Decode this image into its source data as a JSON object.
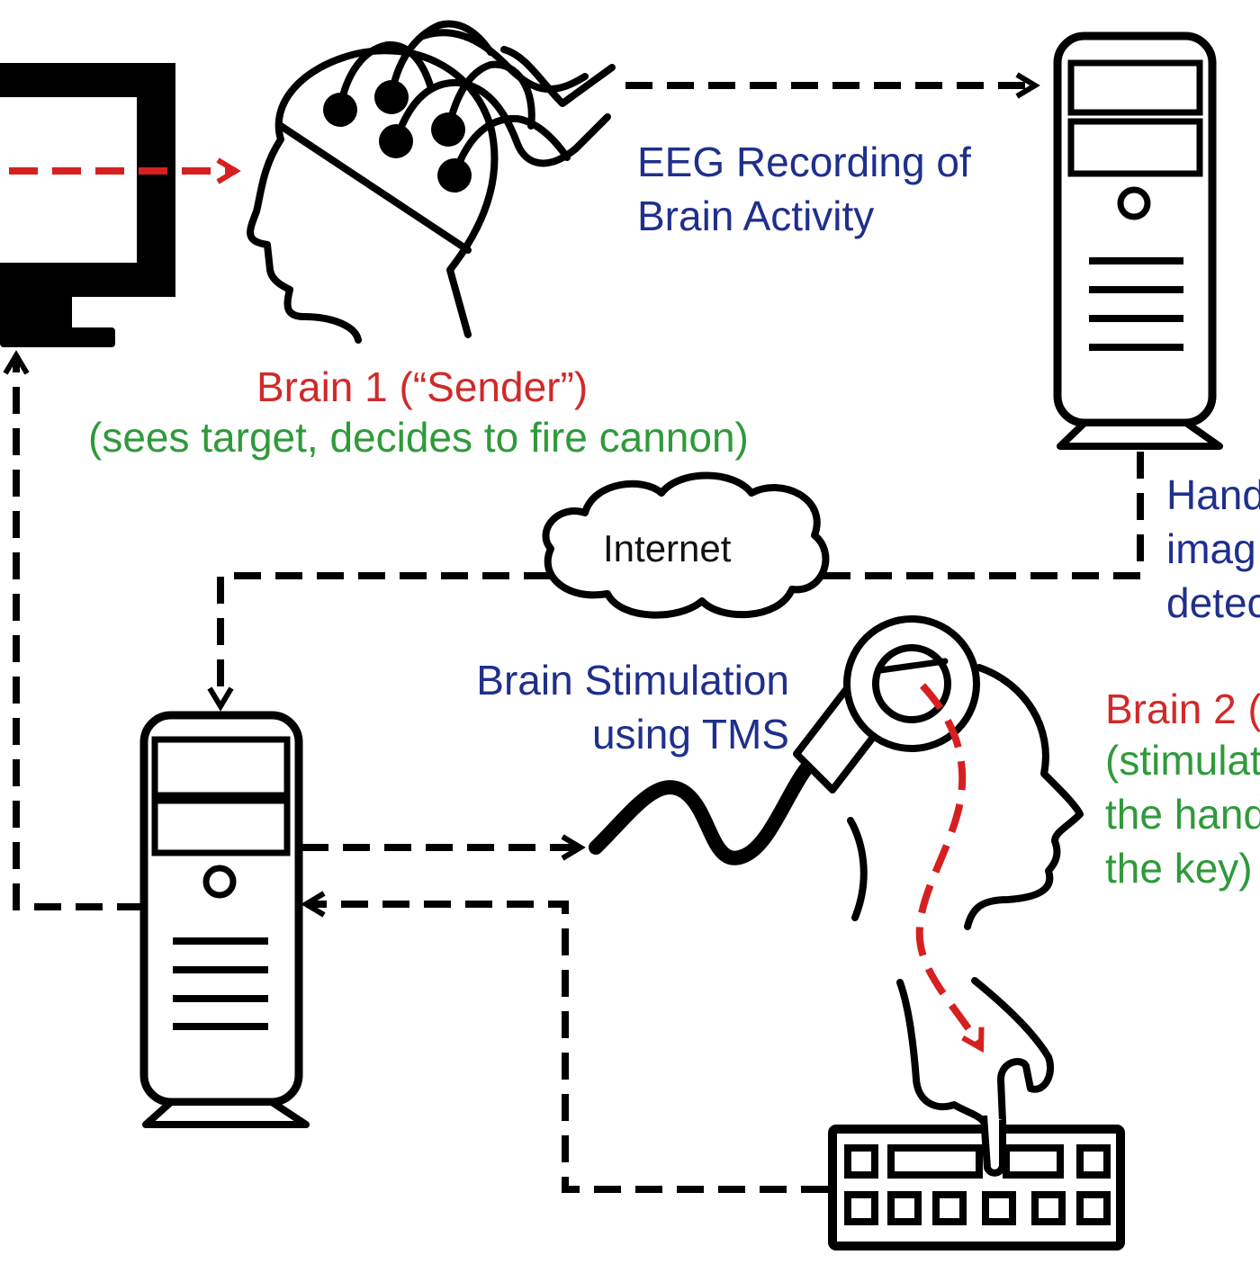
{
  "labels": {
    "eeg": [
      "EEG Recording of",
      "Brain Activity"
    ],
    "brain1_title": "Brain 1 (“Sender”)",
    "brain1_desc": "(sees target, decides to fire cannon)",
    "hand_imagery": [
      "Hand",
      "imag",
      "detec"
    ],
    "internet": "Internet",
    "tms": [
      "Brain Stimulation",
      "using TMS"
    ],
    "brain2_title": "Brain 2 (",
    "brain2_desc": [
      "(stimulat",
      "the hand",
      "the key)"
    ]
  },
  "colors": {
    "line": "#000000",
    "signal_arrow": "#d62020",
    "blue_text": "#1f2f8c",
    "red_text": "#d02a2a",
    "green_text": "#2f9a3a"
  },
  "icons": [
    "monitor-icon",
    "eeg-head-icon",
    "computer-tower-icon",
    "cloud-icon",
    "tms-coil-icon",
    "receiver-head-icon",
    "hand-icon",
    "keyboard-icon"
  ]
}
